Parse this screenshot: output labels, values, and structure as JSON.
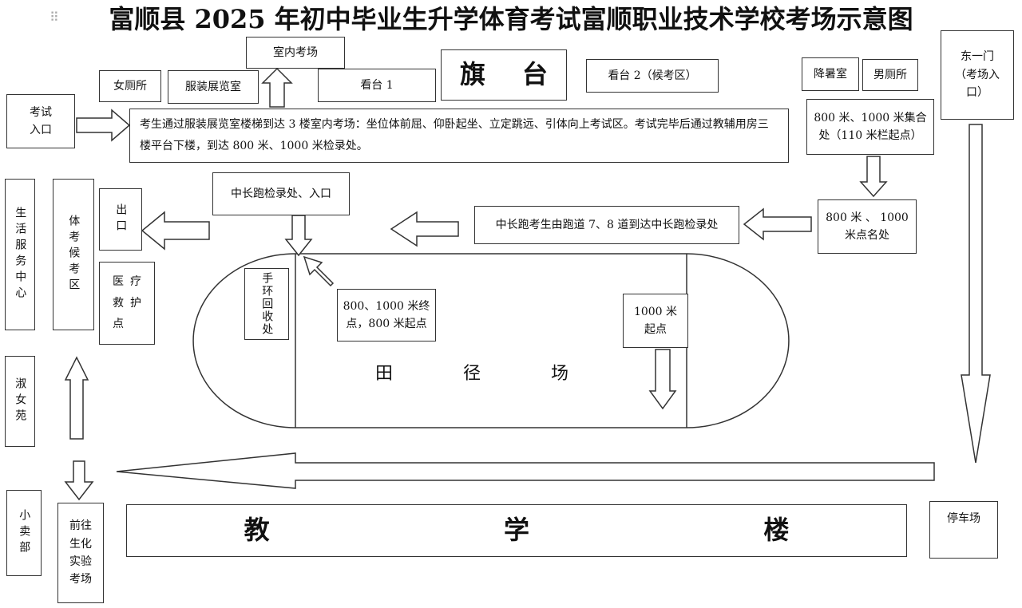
{
  "title": "富顺县 2025 年初中毕业生升学体育考试富顺职业技术学校考场示意图",
  "labels": {
    "indoor_exam": "室内考场",
    "women_toilet": "女厕所",
    "clothing_hall": "服装展览室",
    "stand1": "看台 1",
    "flag_char1": "旗",
    "flag_char2": "台",
    "stand2": "看台 2（候考区）",
    "cooling_room": "降暑室",
    "men_toilet": "男厕所",
    "east_gate_1": "东一门",
    "east_gate_2": "（考场入",
    "east_gate_3": "口）",
    "exam_entry_1": "考试",
    "exam_entry_2": "入口",
    "main_note": "考生通过服装展览室楼梯到达 3 楼室内考场：坐位体前屈、仰卧起坐、立定跳远、引体向上考试区。考试完毕后通过教辅用房三楼平台下楼，到达 800 米、1000 米检录处。",
    "assembly_1": "800 米、1000 米集合",
    "assembly_2": "处（110 米栏起点）",
    "life_service": "生活服务中心",
    "pe_waiting": "体考候考区",
    "exit": "出口",
    "mid_checkin": "中长跑检录处、入口",
    "mid_route": "中长跑考生由跑道 7、8 道到达中长跑检录处",
    "rollcall_1": "800 米 、 1000",
    "rollcall_2": "米点名处",
    "medical_1": "医",
    "medical_2": "疗",
    "medical_3": "救",
    "medical_4": "护",
    "medical_5": "点",
    "wristband": "手环回收处",
    "finish_1": "800、1000 米终",
    "finish_2": "点，800 米起点",
    "start1000_1": "1000 米",
    "start1000_2": "起点",
    "field_1": "田",
    "field_2": "径",
    "field_3": "场",
    "shunvyuan": "淑女苑",
    "shop": "小卖部",
    "chem_1": "前往",
    "chem_2": "生化",
    "chem_3": "实验",
    "chem_4": "考场",
    "teaching_1": "教",
    "teaching_2": "学",
    "teaching_3": "楼",
    "parking": "停车场"
  }
}
